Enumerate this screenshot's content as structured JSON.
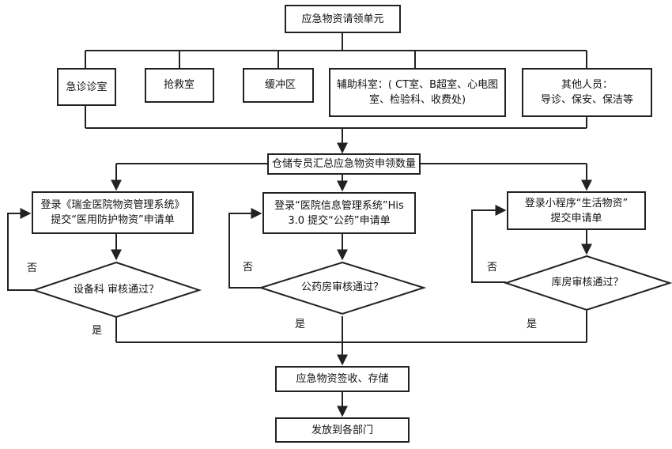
{
  "title": "应急物资请领单元",
  "departments": {
    "emergency": "急诊诊室",
    "rescue": "抢救室",
    "buffer": "缓冲区",
    "auxiliary": "辅助科室：( CT室、B超室、心电图\n室、检验科、收费处)",
    "others": "其他人员：\n导诊、保安、保洁等"
  },
  "summary": "仓储专员汇总应急物资申领数量",
  "channels": [
    {
      "login": "登录《瑞金医院物资管理系统》\n提交“医用防护物资”申请单",
      "decision": "设备科 审核通过？"
    },
    {
      "login": "登录“医院信息管理系统”His\n3.0 提交“公药”申请单",
      "decision": "公药房审核通过？"
    },
    {
      "login": "登录小程序“生活物资”\n提交申请单",
      "decision": "库房审核通过？"
    }
  ],
  "labels": {
    "no": "否",
    "yes": "是"
  },
  "receive": "应急物资签收、存储",
  "distribute": "发放到各部门",
  "colors": {
    "line": "#222222",
    "fill": "#ffffff",
    "text": "#111111"
  }
}
